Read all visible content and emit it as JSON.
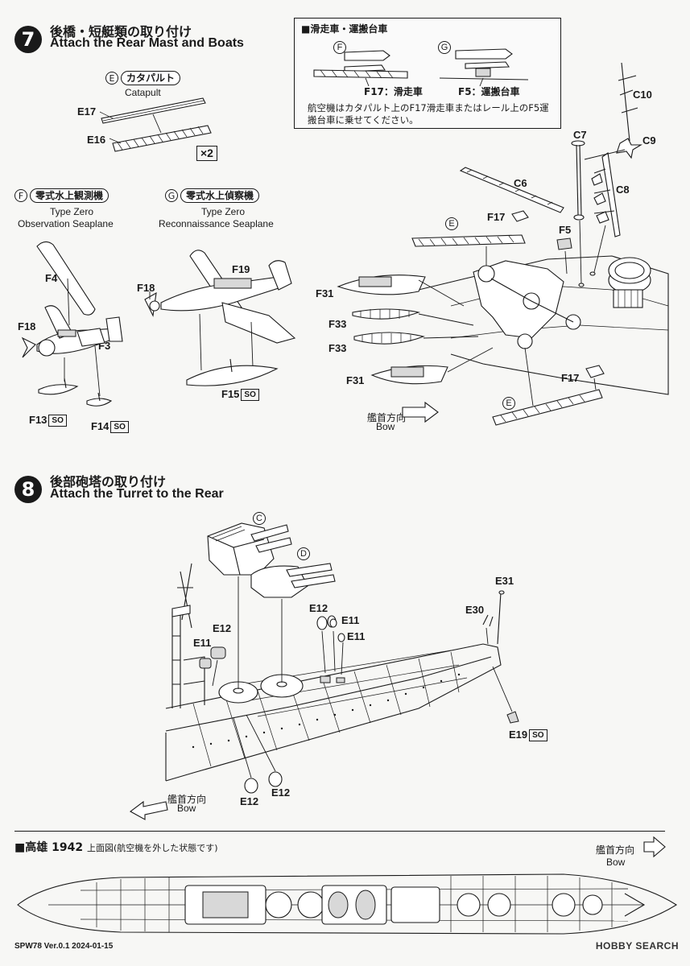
{
  "step7": {
    "number": "7",
    "title_jp": "後橋・短艇類の取り付け",
    "title_en": "Attach the Rear Mast and Boats"
  },
  "catapult": {
    "letter": "E",
    "name_jp": "カタパルト",
    "name_en": "Catapult",
    "parts": [
      "E17",
      "E16"
    ],
    "qty": "×2"
  },
  "note_box": {
    "title": "■滑走車・運搬台車",
    "f_letter": "F",
    "g_letter": "G",
    "f17_label": "F17：滑走車",
    "f5_label": "F5：運搬台車",
    "text": "航空機はカタパルト上のF17滑走車またはレール上のF5運搬台車に乗せてください。"
  },
  "seaplane_f": {
    "letter": "F",
    "name_jp": "零式水上観測機",
    "name_en1": "Type Zero",
    "name_en2": "Observation Seaplane",
    "parts": [
      "F4",
      "F18",
      "F3",
      "F13",
      "F14"
    ]
  },
  "seaplane_g": {
    "letter": "G",
    "name_jp": "零式水上偵察機",
    "name_en1": "Type Zero",
    "name_en2": "Reconnaissance Seaplane",
    "parts": [
      "F18",
      "F19",
      "F15"
    ]
  },
  "so": "SO",
  "mast_parts": [
    "C10",
    "C7",
    "C9",
    "C6",
    "C8",
    "F17",
    "F5"
  ],
  "boat_parts": [
    "F31",
    "F33",
    "F33",
    "F31"
  ],
  "deck_parts": [
    "E",
    "F17",
    "E"
  ],
  "bow_jp": "艦首方向",
  "bow_en": "Bow",
  "step8": {
    "number": "8",
    "title_jp": "後部砲塔の取り付け",
    "title_en": "Attach the Turret to the Rear"
  },
  "turret_letters": [
    "C",
    "D"
  ],
  "step8_parts": [
    "E31",
    "E12",
    "E11",
    "E11",
    "E30",
    "E12",
    "E11",
    "E19",
    "E12",
    "E12"
  ],
  "plan": {
    "title": "■高雄 1942",
    "subtitle": "上面図(航空機を外した状態です)"
  },
  "footer": "SPW78 Ver.0.1 2024-01-15",
  "watermark": "HOBBY SEARCH"
}
